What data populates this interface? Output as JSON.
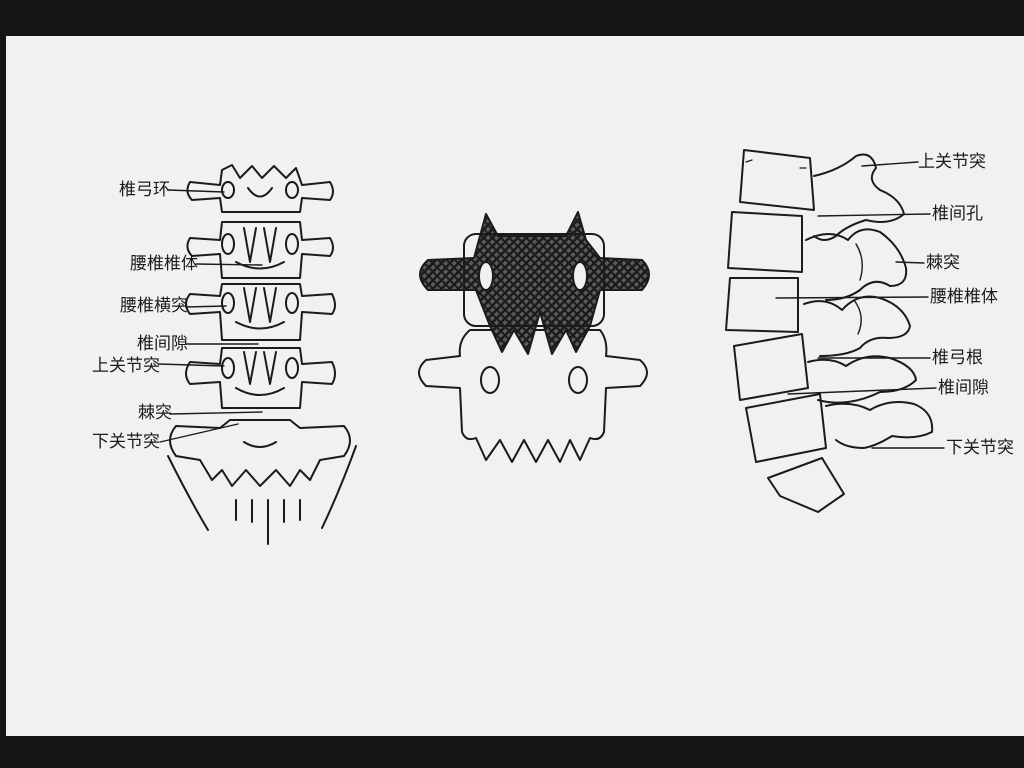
{
  "labels": {
    "left": [
      "椎弓环",
      "腰椎椎体",
      "腰椎横突",
      "椎间隙",
      "上关节突",
      "棘突",
      "下关节突"
    ],
    "right": [
      "上关节突",
      "椎间孔",
      "棘突",
      "腰椎椎体",
      "椎弓根",
      "椎间隙",
      "下关节突"
    ]
  },
  "colors": {
    "ink": "#1b1b1b",
    "paper": "#f1f1ef",
    "frame": "#151515"
  }
}
